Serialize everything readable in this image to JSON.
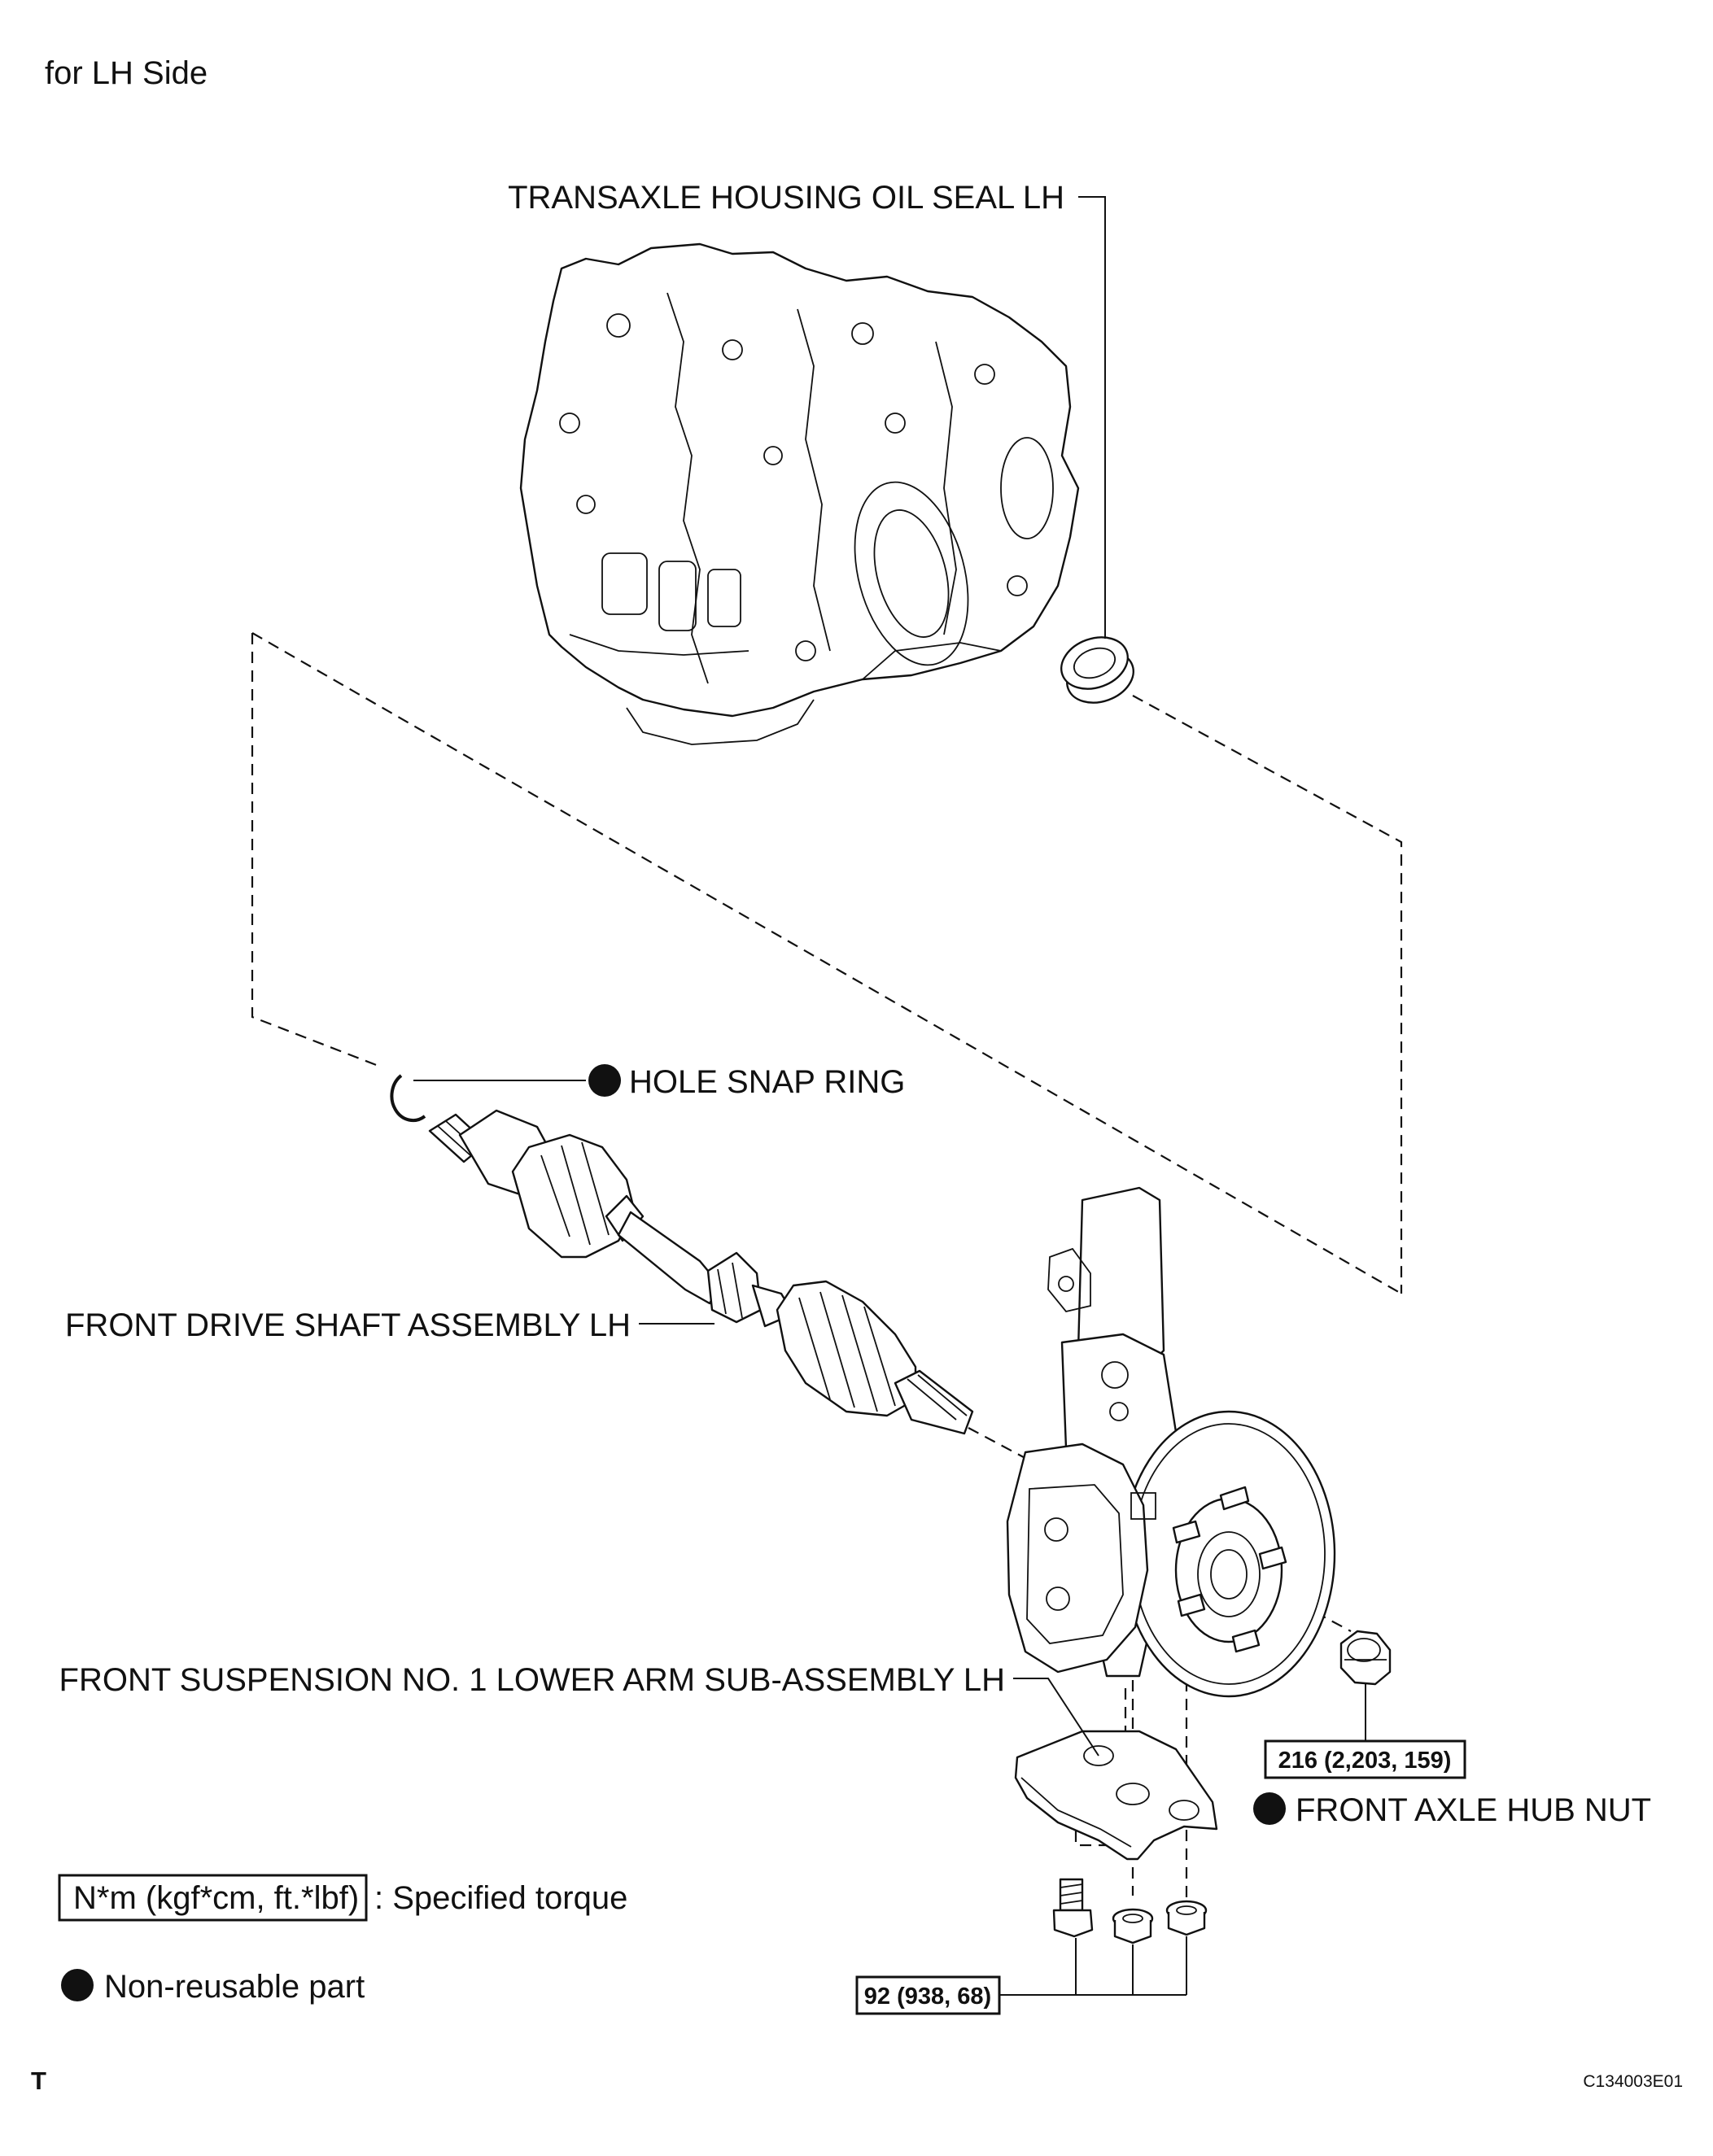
{
  "header": {
    "side_label": "for LH Side"
  },
  "labels": {
    "oil_seal": "TRANSAXLE HOUSING OIL SEAL LH",
    "snap_ring": "HOLE SNAP RING",
    "drive_shaft": "FRONT DRIVE SHAFT ASSEMBLY LH",
    "lower_arm": "FRONT SUSPENSION NO. 1 LOWER ARM SUB-ASSEMBLY LH",
    "hub_nut": "FRONT AXLE HUB NUT"
  },
  "torque": {
    "hub_nut": "216 (2,203, 159)",
    "lower_arm": "92 (938, 68)"
  },
  "legend": {
    "torque_box": "N*m (kgf*cm, ft.*lbf)",
    "torque_desc": ": Specified torque",
    "non_reusable": "Non-reusable part"
  },
  "footer": {
    "corner_mark": "T",
    "figure_code": "C134003E01"
  }
}
